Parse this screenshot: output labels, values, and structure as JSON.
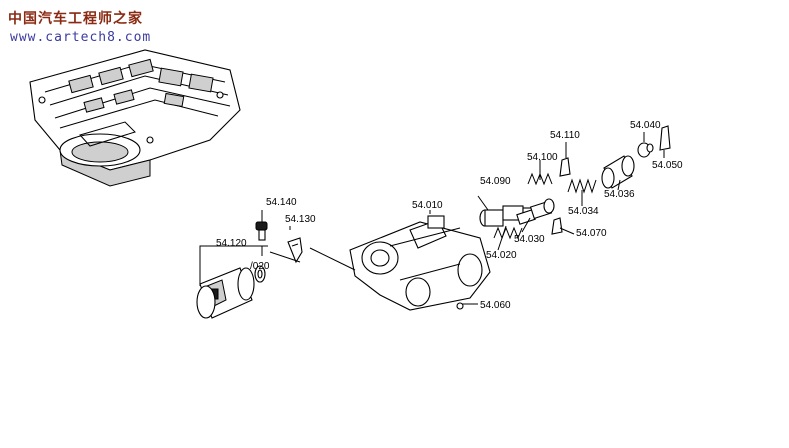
{
  "watermark": {
    "title": "中国汽车工程师之家",
    "url": "www.cartech8.com",
    "title_color": "#8a2a12",
    "url_color": "#3b3ba0"
  },
  "labels": {
    "p54_010": "54.010",
    "p54_020": "54.020",
    "p54_030": "54.030",
    "p54_034": "54.034",
    "p54_036": "54.036",
    "p54_040": "54.040",
    "p54_050": "54.050",
    "p54_060": "54.060",
    "p54_070": "54.070",
    "p54_090": "54.090",
    "p54_100": "54.100",
    "p54_110": "54.110",
    "p54_120": "54.120",
    "p54_120_sub": "/020",
    "p54_130": "54.130",
    "p54_140": "54.140"
  }
}
